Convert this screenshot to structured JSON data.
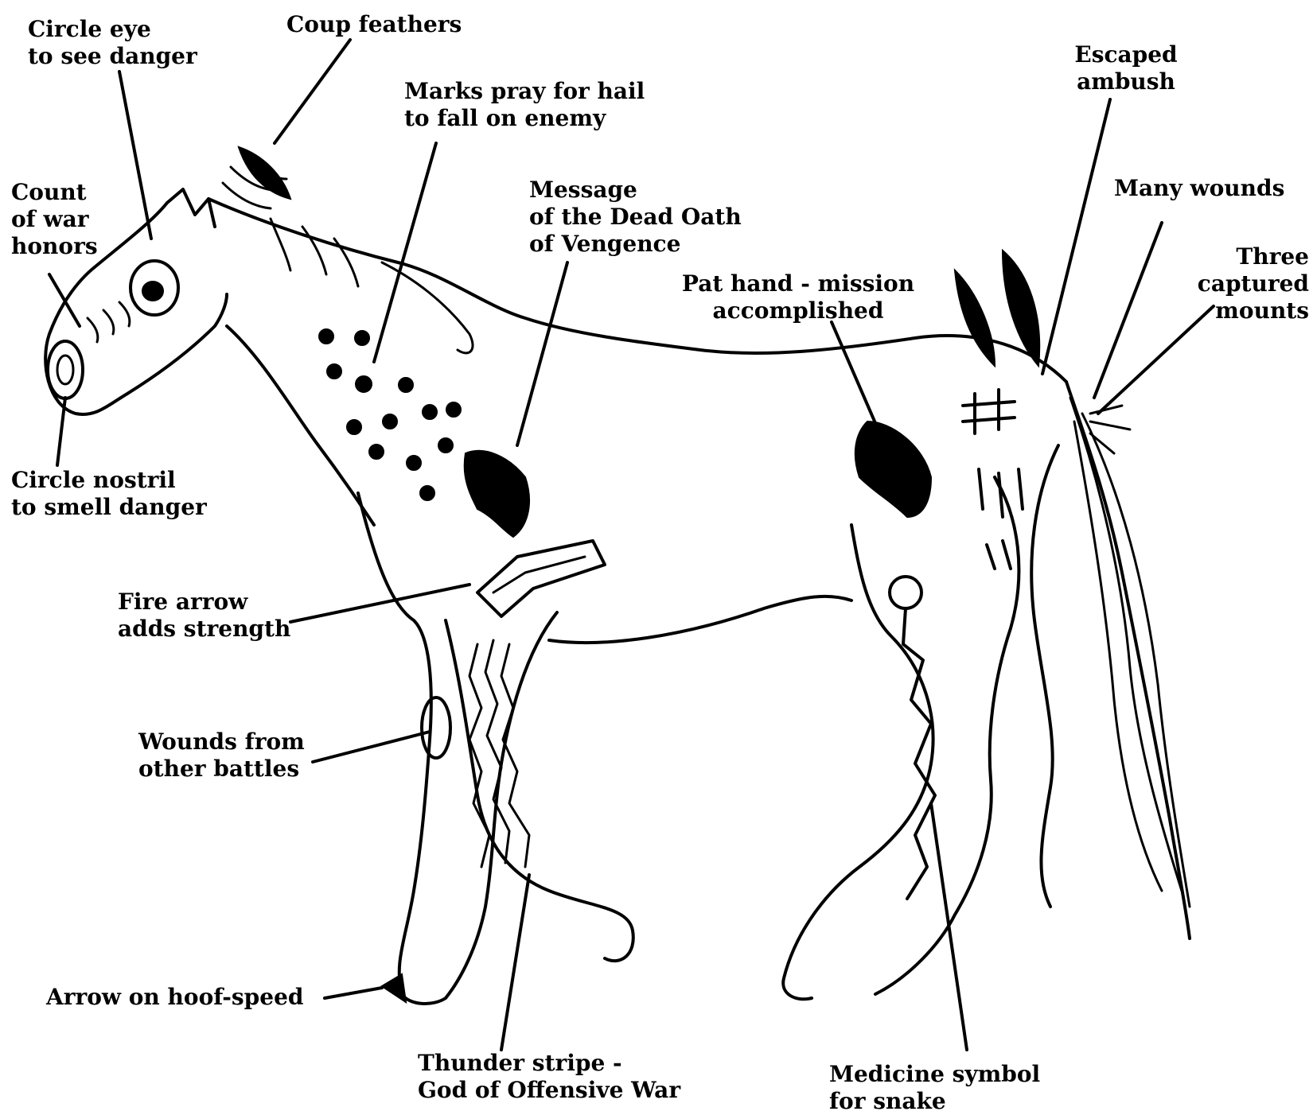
{
  "labels": {
    "circle_eye": "Circle eye\nto see danger",
    "coup_feathers": "Coup feathers",
    "marks_pray": "Marks pray for hail\nto fall on enemy",
    "count_war_honors": "Count\nof war\nhonors",
    "message_dead_oath": "Message\nof the Dead Oath\nof Vengence",
    "escaped_ambush": "Escaped\nambush",
    "many_wounds": "Many wounds",
    "three_captured_mounts": "Three\ncaptured\nmounts",
    "pat_hand": "Pat hand - mission\naccomplished",
    "circle_nostril": "Circle nostril\nto smell danger",
    "fire_arrow": "Fire arrow\nadds strength",
    "wounds_other_battles": "Wounds from\nother battles",
    "arrow_on_hoof": "Arrow on hoof-speed",
    "thunder_stripe": "Thunder stripe -\nGod of Offensive War",
    "medicine_symbol": "Medicine symbol\nfor snake"
  }
}
